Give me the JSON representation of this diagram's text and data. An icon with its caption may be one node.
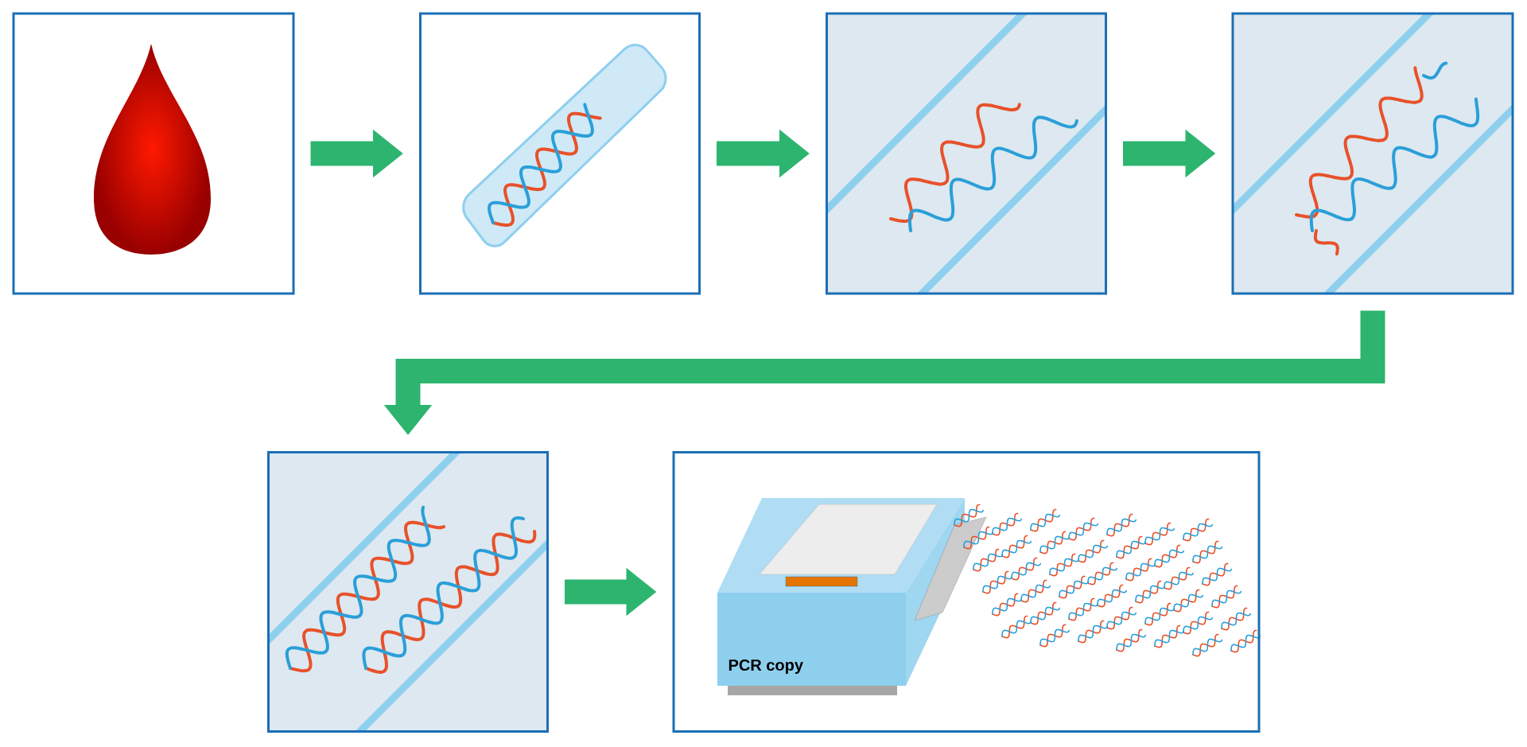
{
  "diagram": {
    "nodes": [
      {
        "text": [],
        "shape": "box"
      },
      {
        "text": [],
        "shape": "box"
      },
      {
        "text": [],
        "shape": "box"
      },
      {
        "text": [],
        "shape": "box"
      },
      {
        "text": [],
        "shape": "box"
      },
      {
        "text": [
          "PCR copy"
        ]
      }
    ],
    "edges": [
      {
        "from": 0,
        "to": 1,
        "arrow": "to"
      },
      {
        "from": 1,
        "to": 2,
        "arrow": "to"
      },
      {
        "from": 2,
        "to": 3,
        "arrow": "to"
      },
      {
        "from": 3,
        "to": 4,
        "arrow": "to"
      },
      {
        "from": 4,
        "to": 5,
        "arrow": "to"
      }
    ]
  }
}
